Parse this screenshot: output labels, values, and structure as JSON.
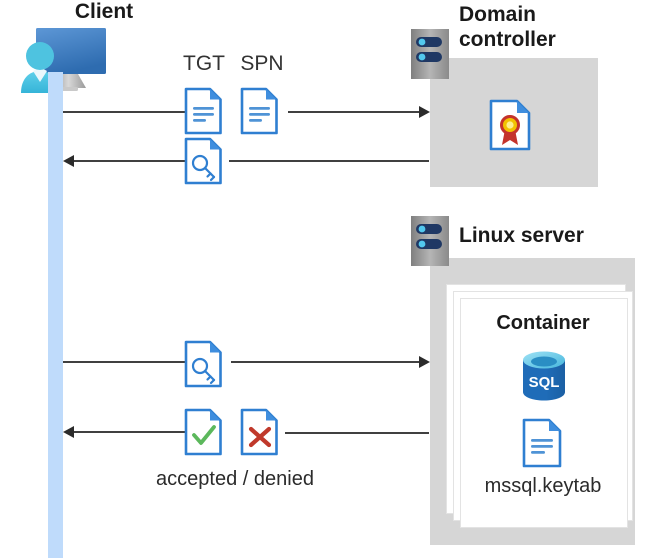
{
  "diagram": {
    "title": "Kerberos authentication flow between client, domain controller and Linux server container",
    "type": "sequence-diagram"
  },
  "client": {
    "label": "Client",
    "icon": "client-workstation-icon"
  },
  "domain_controller": {
    "label_line1": "Domain",
    "label_line2": "controller",
    "server_icon": "server-rack-icon",
    "cert_icon": "certificate-document-icon"
  },
  "linux_server": {
    "label": "Linux server",
    "server_icon": "server-rack-icon",
    "container": {
      "label": "Container",
      "sql_icon": "sql-database-icon",
      "sql_icon_text": "SQL",
      "keytab_icon": "text-document-icon",
      "keytab_label": "mssql.keytab"
    }
  },
  "messages": [
    {
      "id": "msg-1",
      "direction": "right",
      "labels": [
        "TGT",
        "SPN"
      ],
      "icons": [
        "text-document-icon",
        "text-document-icon"
      ]
    },
    {
      "id": "msg-2",
      "direction": "left",
      "labels": [],
      "icons": [
        "key-document-icon"
      ]
    },
    {
      "id": "msg-3",
      "direction": "right",
      "labels": [],
      "icons": [
        "key-document-icon"
      ]
    },
    {
      "id": "msg-4",
      "direction": "left",
      "labels": [
        "accepted / denied"
      ],
      "icons": [
        "check-document-icon",
        "cross-document-icon"
      ]
    }
  ],
  "labels": {
    "tgt": "TGT",
    "spn": "SPN",
    "accepted_denied": "accepted / denied"
  },
  "colors": {
    "line_blue": "#bfdbfb",
    "panel_gray": "#d6d6d6",
    "server_gray": "#9e9e9e",
    "doc_blue": "#2f7fd1",
    "doc_fold_blue": "#3f8ede",
    "sql_blue": "#1b66b5",
    "check_green": "#5cb85c",
    "cross_red": "#c0392b",
    "arrow_dark": "#404040",
    "seal_yellow": "#f2c200",
    "seal_red": "#c4332b",
    "person_cyan": "#4ec3e0",
    "monitor_blue": "#4a86c8"
  }
}
